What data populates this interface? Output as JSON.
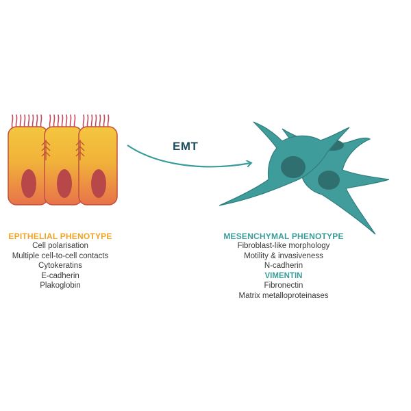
{
  "transition": {
    "label": "EMT"
  },
  "epithelial": {
    "heading": "EPITHELIAL PHENOTYPE",
    "traits": [
      "Cell polarisation",
      "Multiple cell-to-cell contacts",
      "Cytokeratins",
      "E-cadherin",
      "Plakoglobin"
    ]
  },
  "mesenchymal": {
    "heading": "MESENCHYMAL PHENOTYPE",
    "traits": [
      "Fibroblast-like morphology",
      "Motility & invasiveness",
      "N-cadherin",
      "VIMENTIN",
      "Fibronectin",
      "Matrix metalloproteinases"
    ]
  },
  "colors": {
    "epithelial_heading": "#f0a224",
    "mesenchymal_heading": "#3a9c9a",
    "cell_top": "#f3c63f",
    "cell_bottom": "#e8764a",
    "nucleus": "#b8484a",
    "mesenchymal_cell": "#3e9c9b",
    "mesenchymal_nucleus": "#2f6e70",
    "arrow": "#3a9c9a"
  }
}
